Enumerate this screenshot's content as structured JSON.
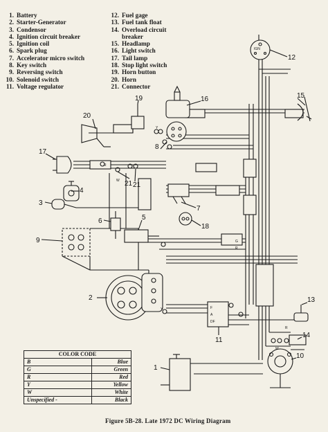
{
  "legend_left": [
    {
      "num": "1.",
      "label": "Battery"
    },
    {
      "num": "2.",
      "label": "Starter-Generator"
    },
    {
      "num": "3.",
      "label": "Condensor"
    },
    {
      "num": "4.",
      "label": "Ignition circuit breaker"
    },
    {
      "num": "5.",
      "label": "Ignition coil"
    },
    {
      "num": "6.",
      "label": "Spark plug"
    },
    {
      "num": "7.",
      "label": "Accelerator micro switch"
    },
    {
      "num": "8.",
      "label": "Key switch"
    },
    {
      "num": "9.",
      "label": "Reversing switch"
    },
    {
      "num": "10.",
      "label": "Solenoid switch"
    },
    {
      "num": "11.",
      "label": "Voltage regulator"
    }
  ],
  "legend_right": [
    {
      "num": "12.",
      "label": "Fuel gage"
    },
    {
      "num": "13.",
      "label": "Fuel tank float"
    },
    {
      "num": "14.",
      "label": "Overload circuit"
    },
    {
      "num": "",
      "label": "breaker"
    },
    {
      "num": "15.",
      "label": "Headlamp"
    },
    {
      "num": "16.",
      "label": "Light switch"
    },
    {
      "num": "17.",
      "label": "Tail lamp"
    },
    {
      "num": "18.",
      "label": "Stop light switch"
    },
    {
      "num": "19.",
      "label": "Horn button"
    },
    {
      "num": "20.",
      "label": "Horn"
    },
    {
      "num": "21.",
      "label": "Connector"
    }
  ],
  "color_code": {
    "title": "COLOR CODE",
    "rows": [
      {
        "code": "B",
        "color": "Blue"
      },
      {
        "code": "G",
        "color": "Green"
      },
      {
        "code": "R",
        "color": "Red"
      },
      {
        "code": "Y",
        "color": "Yellow"
      },
      {
        "code": "W",
        "color": "White"
      },
      {
        "code": "Unspecified -",
        "color": "Black"
      }
    ]
  },
  "callouts": [
    "1",
    "2",
    "3",
    "4",
    "5",
    "6",
    "7",
    "8",
    "9",
    "10",
    "11",
    "12",
    "13",
    "14",
    "15",
    "16",
    "17",
    "18",
    "19",
    "20",
    "21",
    "21"
  ],
  "caption": "Figure 5B-28. Late 1972 DC Wiring Diagram"
}
